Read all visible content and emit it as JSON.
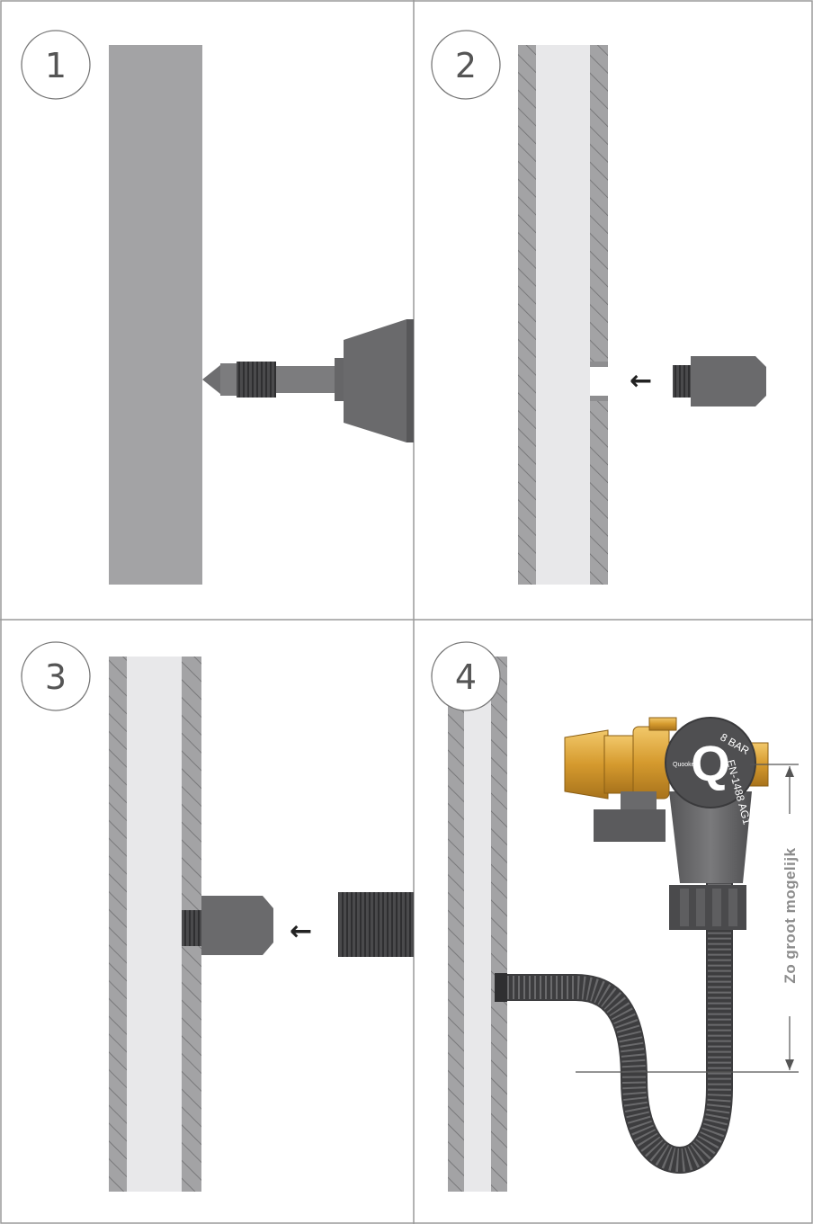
{
  "panels": [
    {
      "number": "1"
    },
    {
      "number": "2"
    },
    {
      "number": "3"
    },
    {
      "number": "4"
    }
  ],
  "valve": {
    "pressure": "8 BAR",
    "standard": "EN-1488 AG1",
    "brand": "Quooker",
    "logo_letter": "Q"
  },
  "dimension_label": "Zo groot mogelijk",
  "colors": {
    "wall": "#a3a3a5",
    "wall_hatch": "#8e8e90",
    "pipe_interior": "#e8e8ea",
    "part_dark": "#6e6e70",
    "brass": "#d7a23a",
    "hose": "#4a4a4c",
    "border": "#9a9a9a"
  }
}
